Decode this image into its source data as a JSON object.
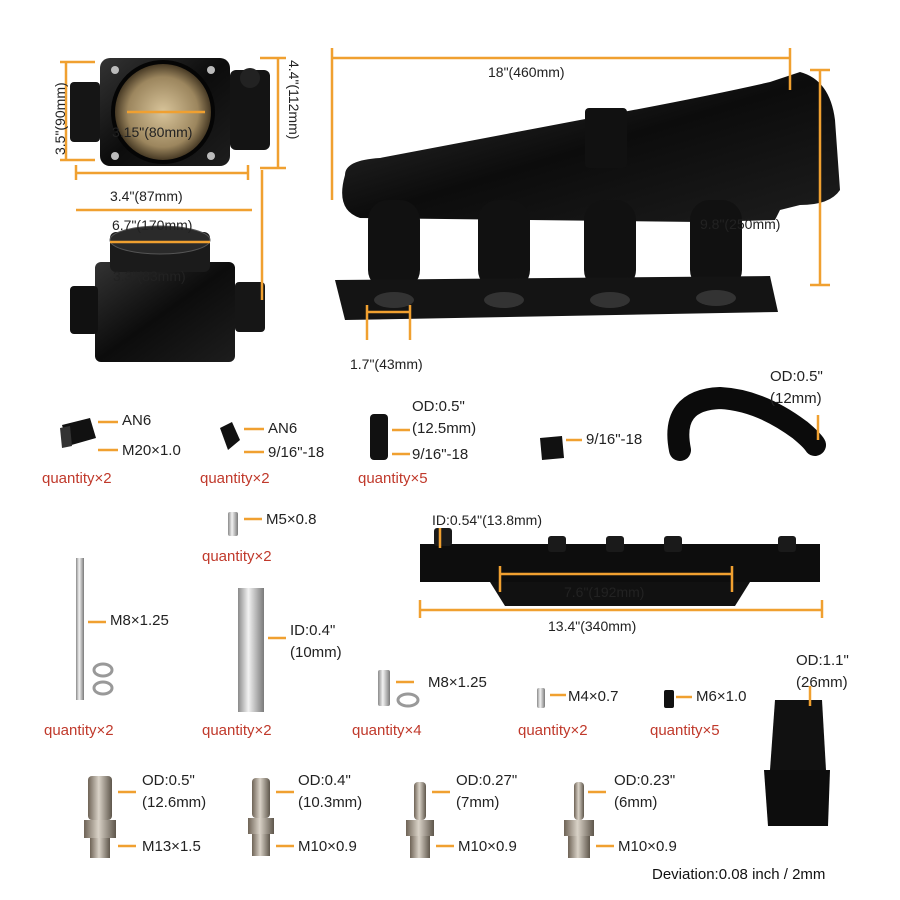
{
  "colors": {
    "accent": "#f0a030",
    "quantity": "#c0392b"
  },
  "throttle": {
    "bore": "3.15\"(80mm)",
    "height": "3.5\"(90mm)",
    "outer_height": "4.4\"(112mm)",
    "width": "3.4\"(87mm)",
    "length": "6.7\"(170mm)",
    "outlet": "3.3\"(83mm)"
  },
  "manifold": {
    "length": "18\"(460mm)",
    "height": "9.8\"(250mm)",
    "port": "1.7\"(43mm)"
  },
  "fittings": [
    {
      "line1": "AN6",
      "line2": "M20×1.0",
      "qty": "quantity×2"
    },
    {
      "line1": "AN6",
      "line2": "9/16\"-18",
      "qty": "quantity×2"
    },
    {
      "line1": "OD:0.5\"",
      "line1b": "(12.5mm)",
      "line2": "9/16\"-18",
      "qty": "quantity×5"
    },
    {
      "line1": "9/16\"-18"
    }
  ],
  "hose": {
    "od": "OD:0.5\"",
    "od_mm": "(12mm)"
  },
  "bolt_m5": {
    "label": "M5×0.8",
    "qty": "quantity×2"
  },
  "fuel_rail": {
    "id": "ID:0.54\"(13.8mm)",
    "mount": "7.6\"(192mm)",
    "length": "13.4\"(340mm)"
  },
  "stud": {
    "label": "M8×1.25",
    "qty": "quantity×2"
  },
  "spacer": {
    "id": "ID:0.4\"",
    "id_mm": "(10mm)",
    "qty": "quantity×2"
  },
  "bolt_m8": {
    "label": "M8×1.25",
    "qty": "quantity×4"
  },
  "bolt_m4": {
    "label": "M4×0.7",
    "qty": "quantity×2"
  },
  "bolt_m6": {
    "label": "M6×1.0",
    "qty": "quantity×5"
  },
  "adapter": {
    "od": "OD:1.1\"",
    "od_mm": "(26mm)"
  },
  "barbs": [
    {
      "od": "OD:0.5\"",
      "od_mm": "(12.6mm)",
      "thread": "M13×1.5"
    },
    {
      "od": "OD:0.4\"",
      "od_mm": "(10.3mm)",
      "thread": "M10×0.9"
    },
    {
      "od": "OD:0.27\"",
      "od_mm": "(7mm)",
      "thread": "M10×0.9"
    },
    {
      "od": "OD:0.23\"",
      "od_mm": "(6mm)",
      "thread": "M10×0.9"
    }
  ],
  "deviation": "Deviation:0.08 inch / 2mm"
}
